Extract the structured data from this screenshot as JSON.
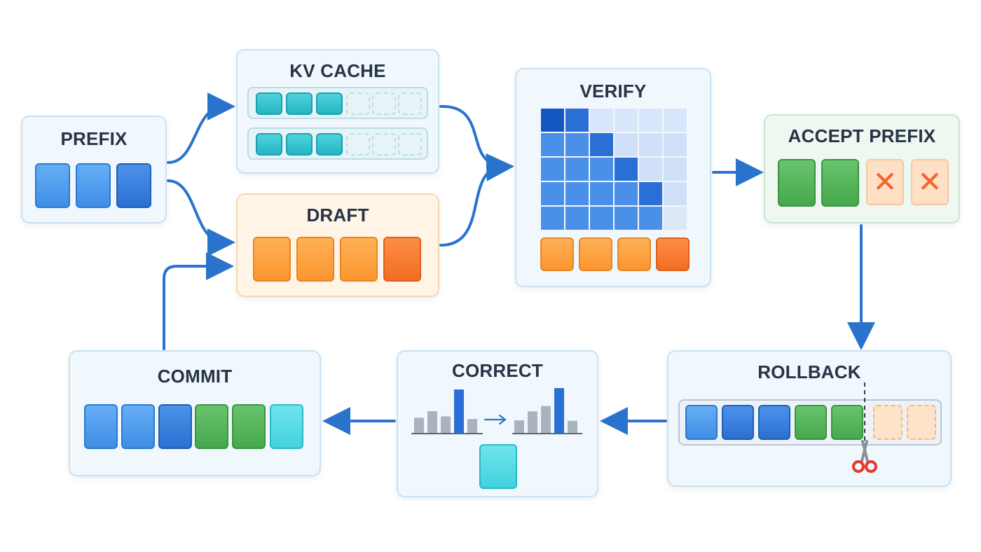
{
  "stages": {
    "prefix": "PREFIX",
    "kv_cache": "KV CACHE",
    "draft": "DRAFT",
    "verify": "VERIFY",
    "accept_prefix": "ACCEPT PREFIX",
    "rollback": "ROLLBACK",
    "correct": "CORRECT",
    "commit": "COMMIT"
  },
  "colors": {
    "arrow": "#2a73cc",
    "card_border": "#c9e1f2",
    "token_blue": "#3f8ee6",
    "token_teal": "#23b6c4",
    "token_green": "#46a84c",
    "token_orange": "#fb962f",
    "reject_x": "#f2652c"
  },
  "icons": {
    "reject": "x-mark-icon",
    "cut": "scissors-icon",
    "flow": "arrow-right-icon"
  },
  "tokens": {
    "prefix": [
      "blue-l",
      "blue-l",
      "blue-d"
    ],
    "kv_cache_rows": [
      [
        "teal",
        "teal",
        "teal",
        "empty",
        "empty",
        "empty"
      ],
      [
        "teal",
        "teal",
        "teal",
        "empty",
        "empty",
        "empty"
      ]
    ],
    "draft": [
      "orange",
      "orange",
      "orange",
      "orange-d"
    ],
    "verify_row": [
      "orange",
      "orange",
      "orange",
      "orange-d"
    ],
    "accept": [
      "green",
      "green",
      "rejected",
      "rejected"
    ],
    "rollback": [
      "blue-l",
      "blue-d",
      "blue-d",
      "green",
      "green",
      "empty-orange",
      "empty-orange"
    ],
    "correct": [
      "teal-light"
    ],
    "commit": [
      "blue-l",
      "blue-l",
      "blue-d",
      "green",
      "green",
      "teal-light"
    ]
  },
  "correct_histograms": {
    "before": [
      0.35,
      0.5,
      0.38,
      1.0,
      0.32
    ],
    "after": [
      0.28,
      0.48,
      0.6,
      1.0,
      0.27
    ]
  }
}
